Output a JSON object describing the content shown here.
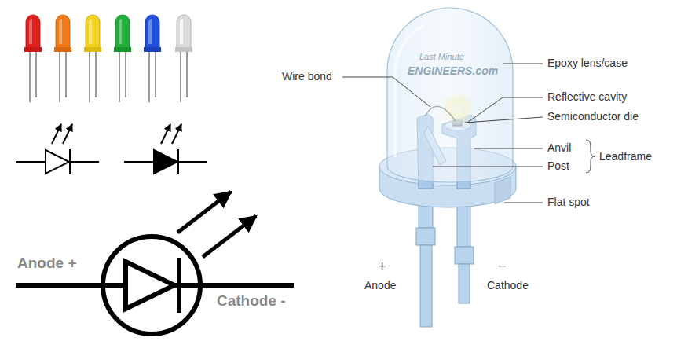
{
  "diagram": {
    "labels": [
      "Anode +",
      "Cathode -",
      "Wire bond",
      "Last Minute",
      "ENGINEERS.com",
      "Epoxy lens/case",
      "Reflective cavity",
      "Semiconductor die",
      "Anvil",
      "Post",
      "Leadframe",
      "Flat spot",
      "+",
      "Anode",
      "−",
      "Cathode"
    ]
  }
}
